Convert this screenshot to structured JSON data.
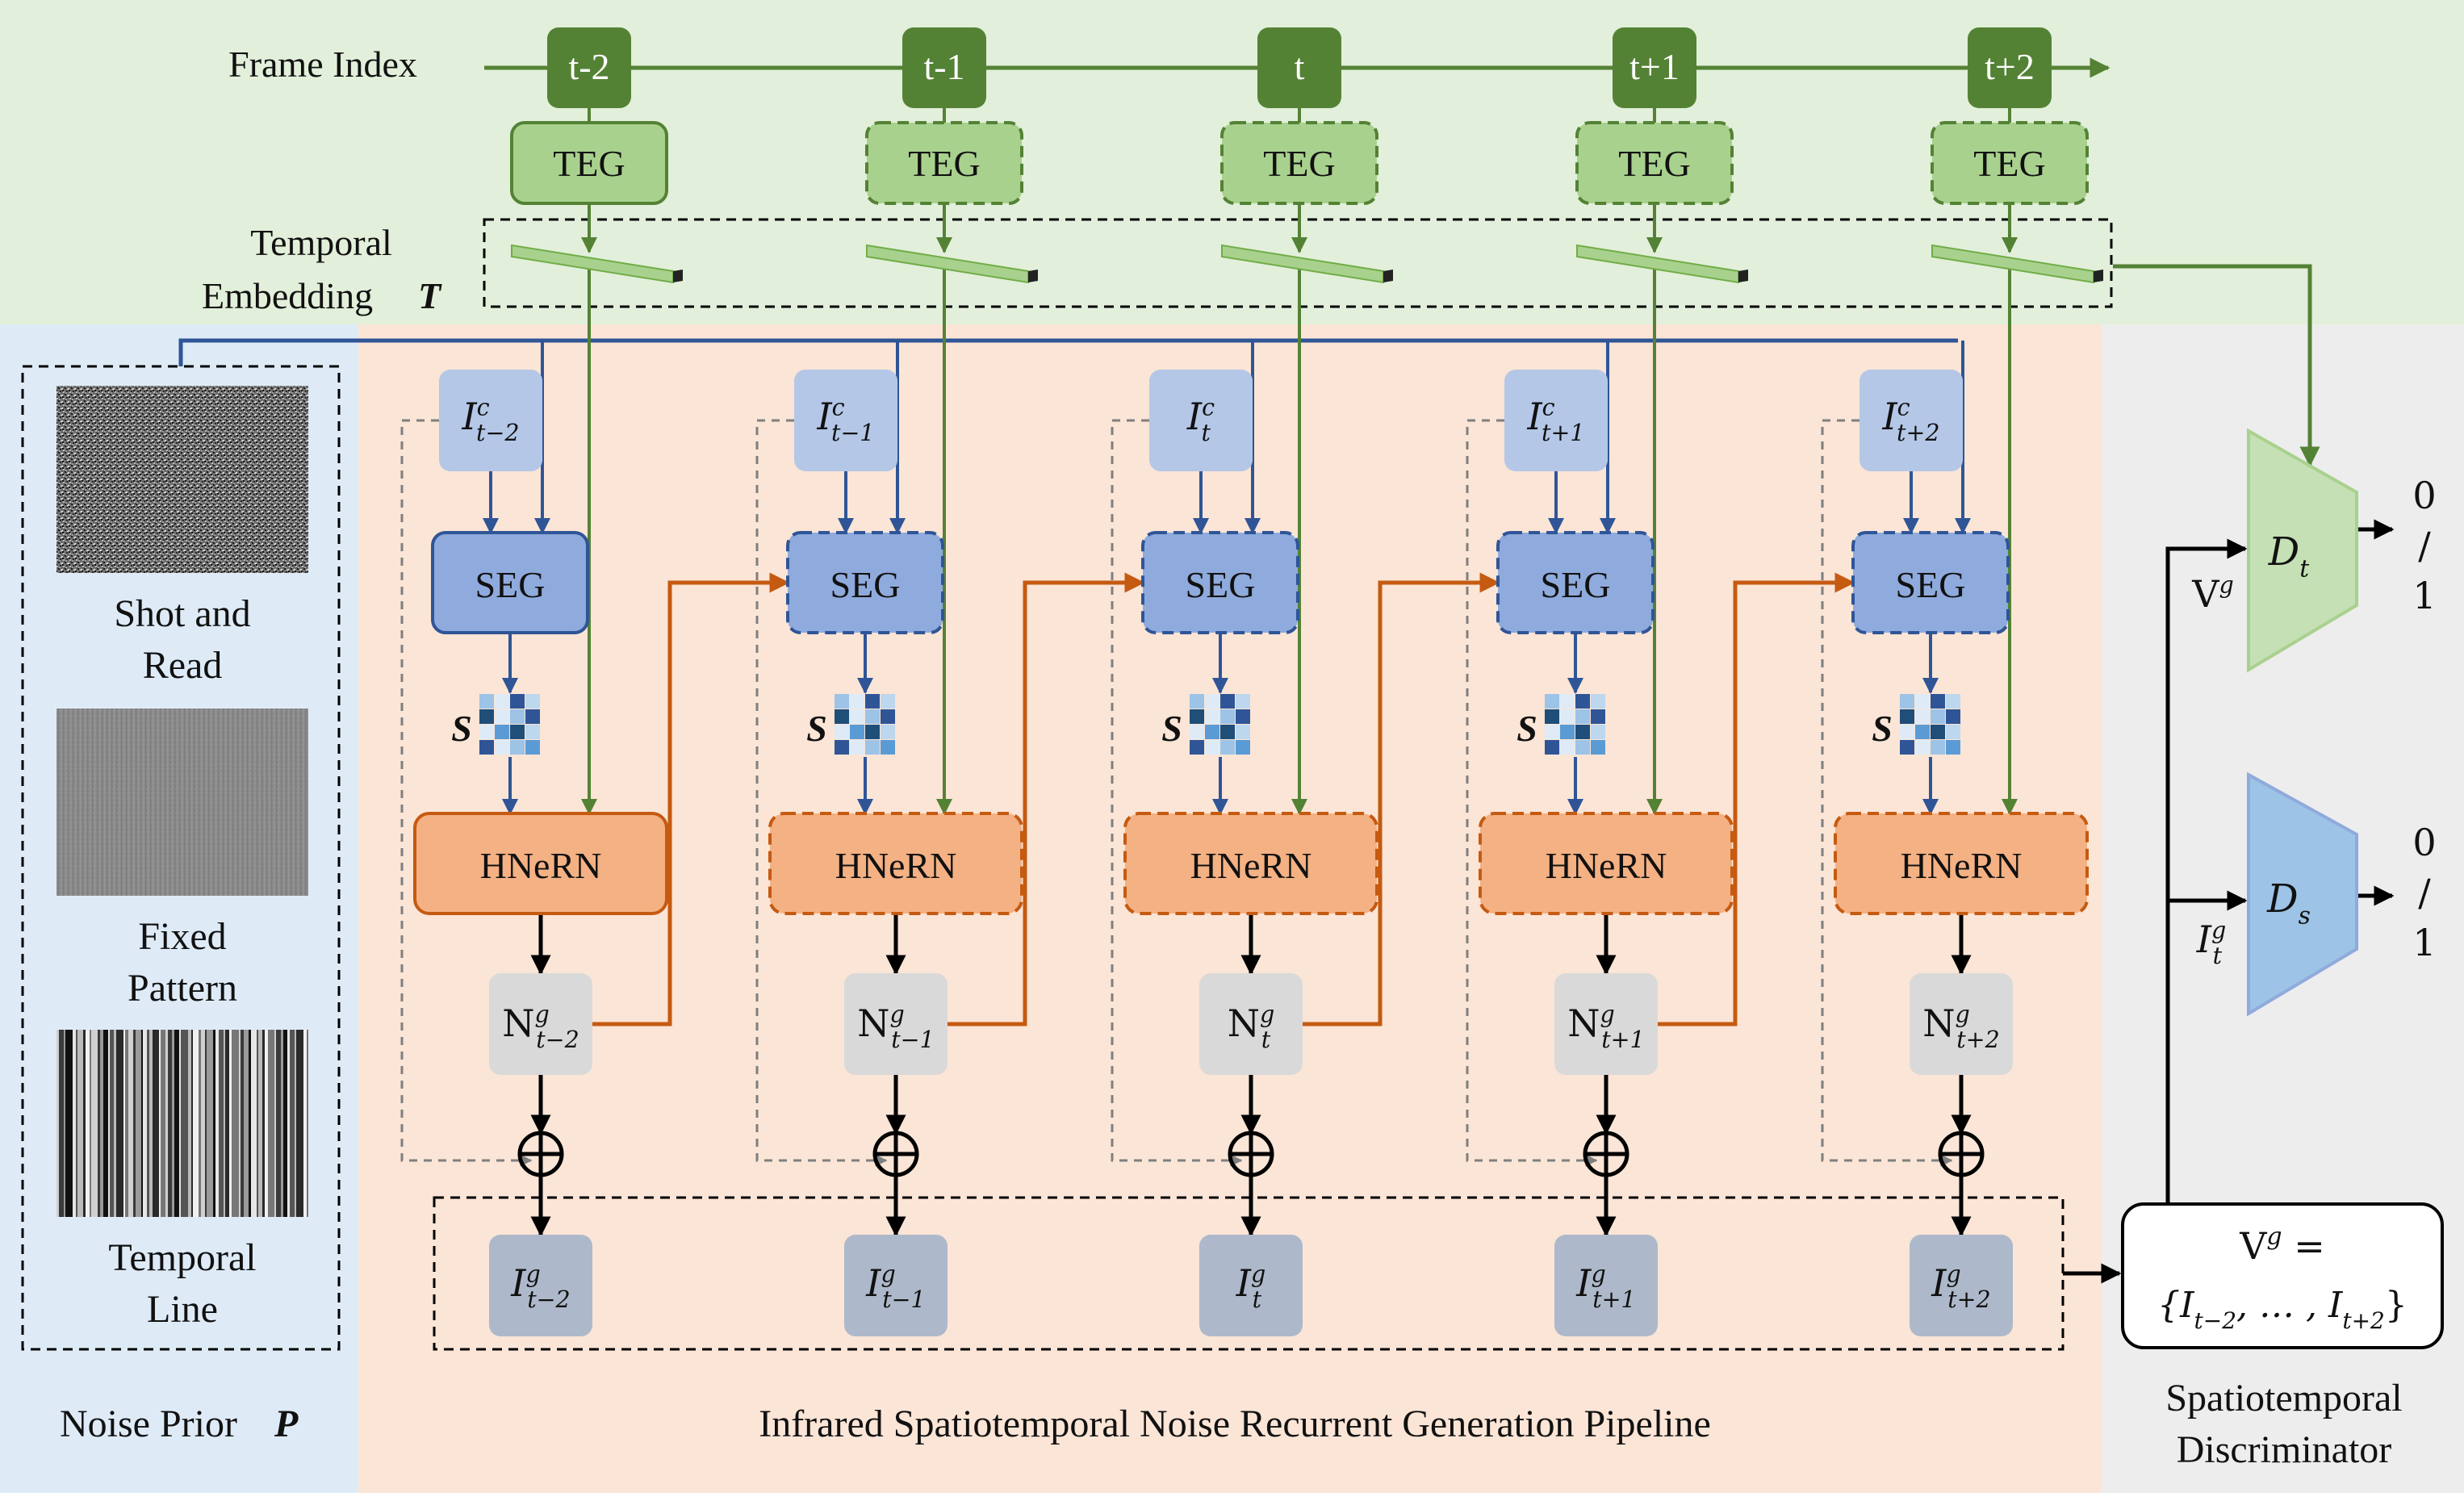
{
  "frame_index_label": "Frame Index",
  "frames": [
    {
      "label": "t-2",
      "content": "I",
      "content_sup": "c",
      "content_sub": "t−2",
      "noise": "N",
      "noise_sup": "g",
      "noise_sub": "t−2",
      "output": "I",
      "output_sup": "g",
      "output_sub": "t−2",
      "first": true
    },
    {
      "label": "t-1",
      "content": "I",
      "content_sup": "c",
      "content_sub": "t−1",
      "noise": "N",
      "noise_sup": "g",
      "noise_sub": "t−1",
      "output": "I",
      "output_sup": "g",
      "output_sub": "t−1",
      "first": false
    },
    {
      "label": "t",
      "content": "I",
      "content_sup": "c",
      "content_sub": "t",
      "noise": "N",
      "noise_sup": "g",
      "noise_sub": "t",
      "output": "I",
      "output_sup": "g",
      "output_sub": "t",
      "first": false
    },
    {
      "label": "t+1",
      "content": "I",
      "content_sup": "c",
      "content_sub": "t+1",
      "noise": "N",
      "noise_sup": "g",
      "noise_sub": "t+1",
      "output": "I",
      "output_sup": "g",
      "output_sub": "t+1",
      "first": false
    },
    {
      "label": "t+2",
      "content": "I",
      "content_sup": "c",
      "content_sub": "t+2",
      "noise": "N",
      "noise_sup": "g",
      "noise_sub": "t+2",
      "output": "I",
      "output_sup": "g",
      "output_sub": "t+2",
      "first": false
    }
  ],
  "teg_label": "TEG",
  "seg_label": "SEG",
  "hnern_label": "HNeRN",
  "s_label": "S",
  "temporal_embedding_line1": "Temporal",
  "temporal_embedding_line2": "Embedding",
  "temporal_embedding_symbol": "T",
  "noise_prior": {
    "title": "Noise Prior",
    "title_symbol": "P",
    "items": [
      {
        "line1": "Shot and",
        "line2": "Read",
        "pattern": "random"
      },
      {
        "line1": "Fixed",
        "line2": "Pattern",
        "pattern": "fixed"
      },
      {
        "line1": "Temporal",
        "line2": "Line",
        "pattern": "stripes"
      }
    ]
  },
  "pipeline_title": "Infrared Spatiotemporal Noise Recurrent Generation Pipeline",
  "discriminator": {
    "title_line1": "Spatiotemporal",
    "title_line2": "Discriminator",
    "dt_main": "D",
    "dt_sub": "t",
    "ds_main": "D",
    "ds_sub": "s",
    "vg_main": "V",
    "vg_sup": "g",
    "it_main": "I",
    "it_sup": "g",
    "it_sub": "t",
    "output_0": "0",
    "output_slash": "/",
    "output_1": "1",
    "set_line1": "= ",
    "set_line2": "{I",
    "set_first_sub": "t−2",
    "set_mid": ", … , I",
    "set_last_sub": "t+2",
    "set_close": "}"
  },
  "colors": {
    "top_bg": "#e2efda",
    "left_bg": "#deebf7",
    "mid_bg": "#fbe5d6",
    "right_bg": "#ededed",
    "frame_dark": "#548235",
    "teg_fill": "#a9d18e",
    "green_line": "#548235",
    "blue_line": "#2f5597",
    "seg_fill": "#8faadc",
    "seg_stroke": "#2f5597",
    "content_fill": "#b4c7e7",
    "hnern_fill": "#f4b183",
    "hnern_stroke": "#c55a11",
    "orange_line": "#c55a11",
    "noise_fill": "#d9d9d9",
    "output_fill": "#adb9ca",
    "dt_fill": "#c5e0b4",
    "dt_stroke": "#a9d18e",
    "ds_fill": "#9dc3e6",
    "ds_stroke": "#8faadc"
  }
}
